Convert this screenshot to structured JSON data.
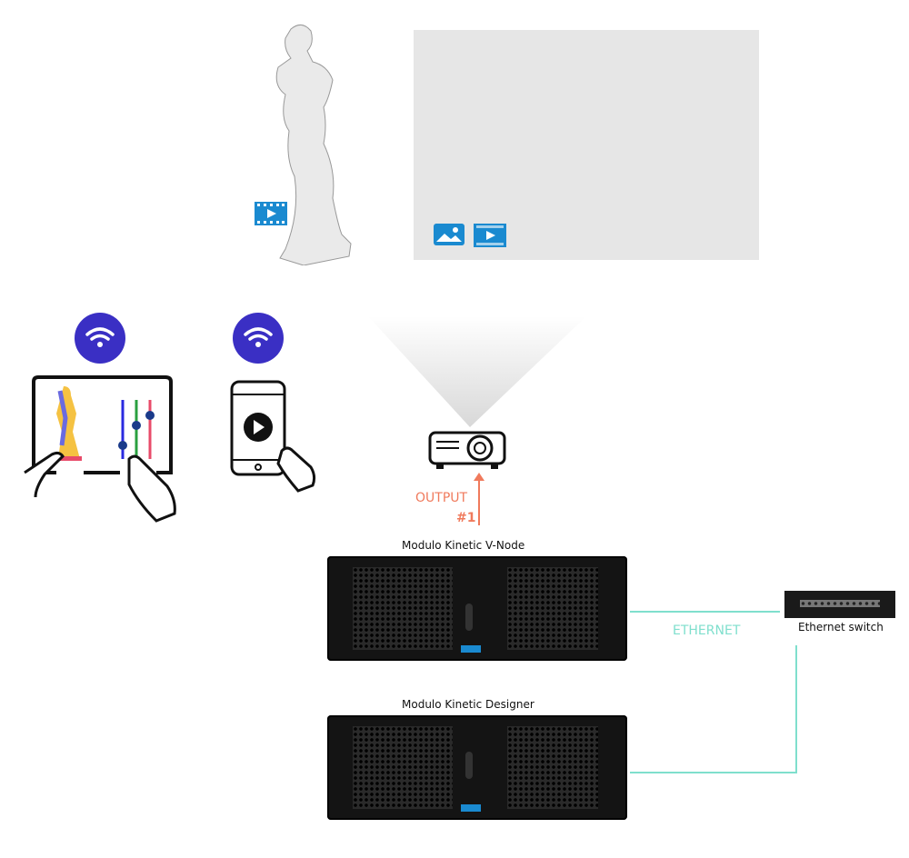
{
  "labels": {
    "output": "OUTPUT",
    "output_num": "#1",
    "vnode": "Modulo Kinetic V-Node",
    "designer": "Modulo Kinetic Designer",
    "ethernet": "ETHERNET",
    "switch": "Ethernet switch"
  },
  "colors": {
    "wifi": "#3a2fc4",
    "output": "#f07a5c",
    "ethernet": "#7fdfcd",
    "media_icon": "#1a8ad0"
  }
}
